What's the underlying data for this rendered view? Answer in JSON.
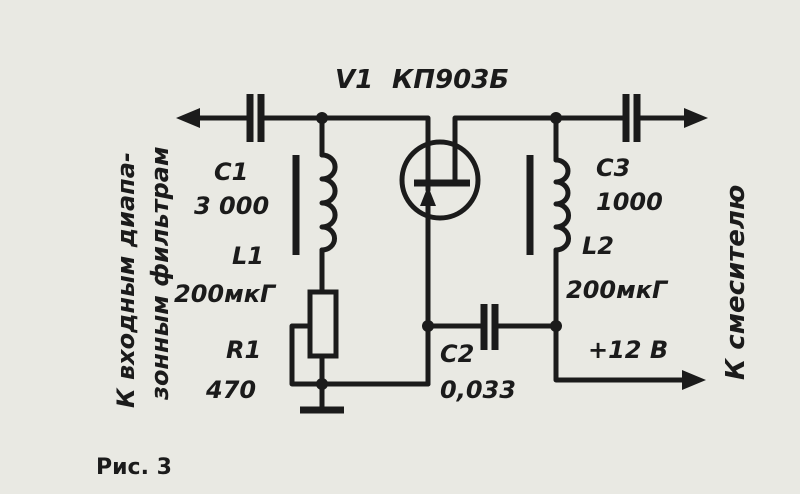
{
  "transistor": {
    "ref": "V1",
    "type": "КП903Б"
  },
  "c1": {
    "ref": "C1",
    "value": "3 000"
  },
  "l1": {
    "ref": "L1",
    "value": "200мкГ"
  },
  "r1": {
    "ref": "R1",
    "value": "470"
  },
  "c2": {
    "ref": "C2",
    "value": "0,033"
  },
  "c3": {
    "ref": "C3",
    "value": "1000"
  },
  "l2": {
    "ref": "L2",
    "value": "200мкГ"
  },
  "supply": "+12 В",
  "left_label": {
    "line1": "К входным диапа-",
    "line2": "зонным фильтрам"
  },
  "right_label": "К смесителю",
  "caption": "Рис. 3",
  "colors": {
    "ink": "#1b1b1b",
    "paper": "#e9e9e3"
  }
}
